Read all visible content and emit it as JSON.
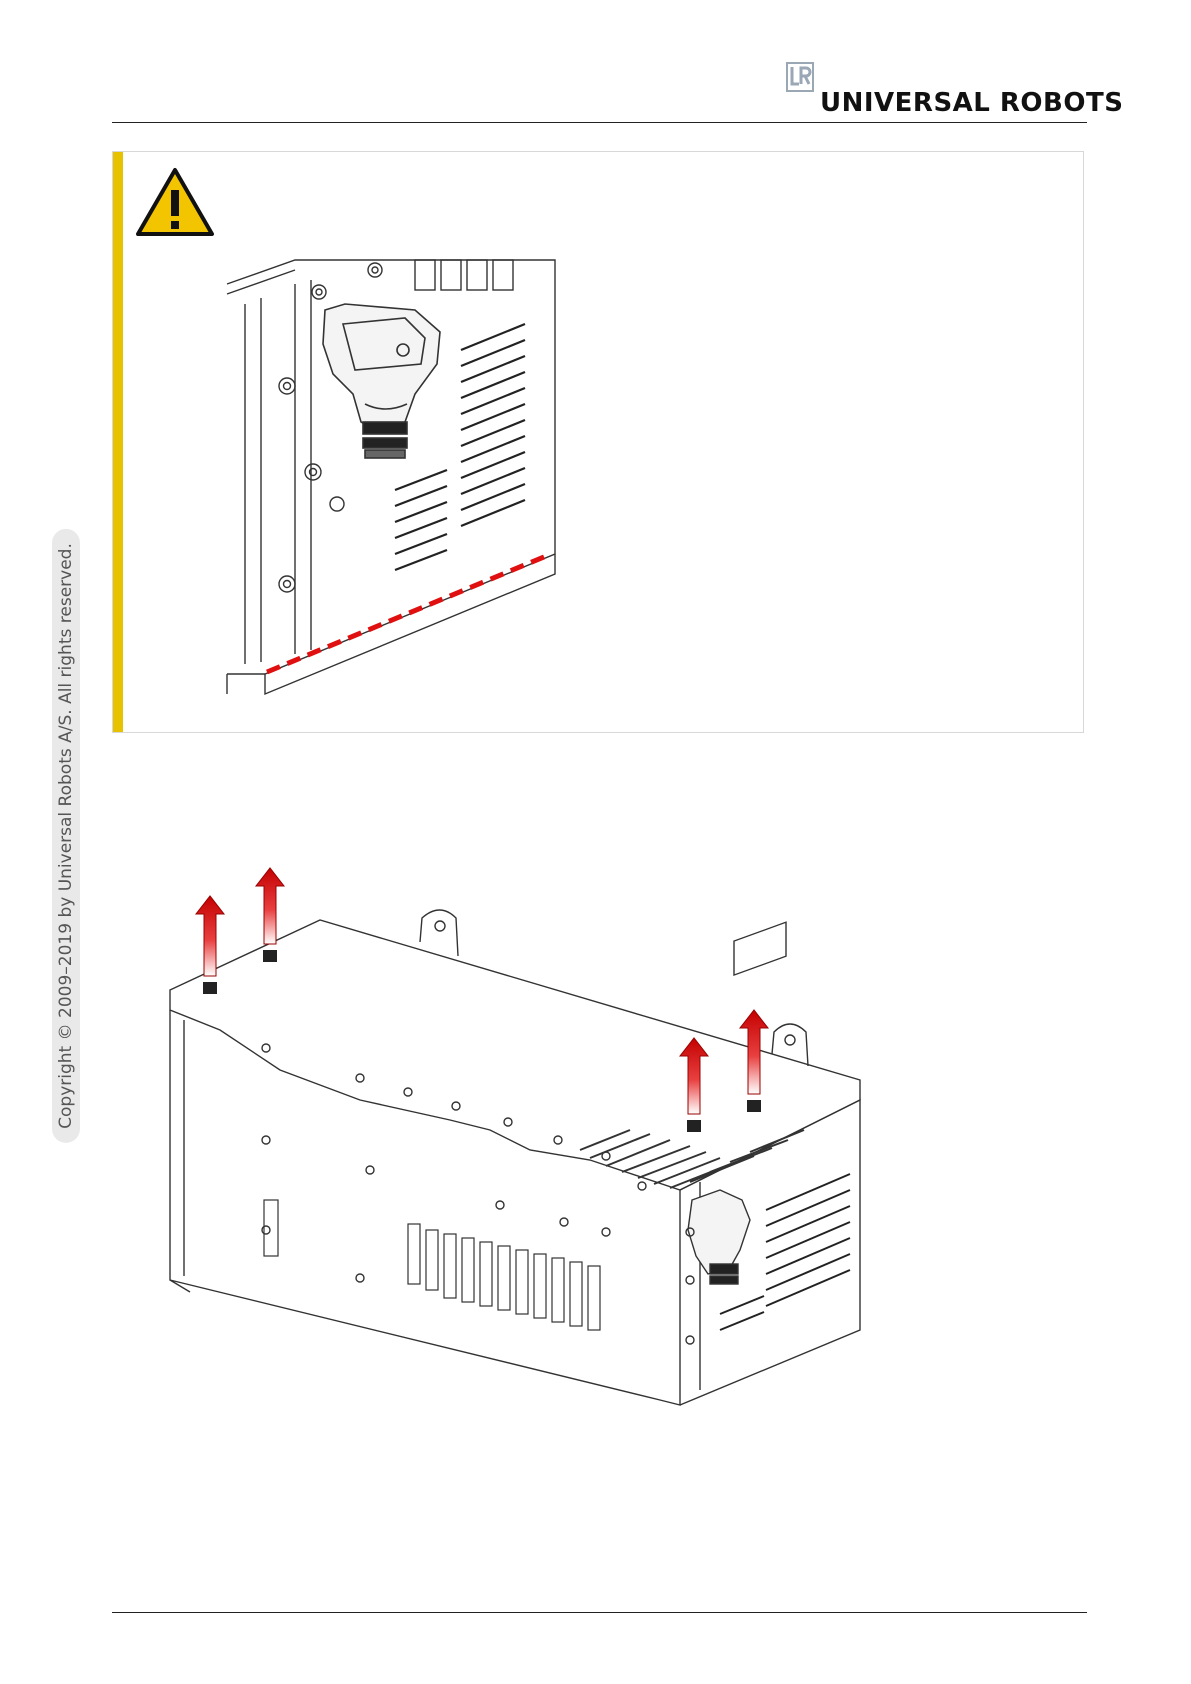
{
  "header": {
    "logo_mark": "UR",
    "brand_name": "UNIVERSAL ROBOTS"
  },
  "sidebar": {
    "copyright": "Copyright © 2009–2019 by Universal Robots A/S. All rights reserved."
  },
  "warning": {
    "icon": "warning-triangle-icon",
    "accent_color": "#e6c200"
  },
  "colors": {
    "arrow_red": "#d40000",
    "dash_red": "#e01010"
  }
}
